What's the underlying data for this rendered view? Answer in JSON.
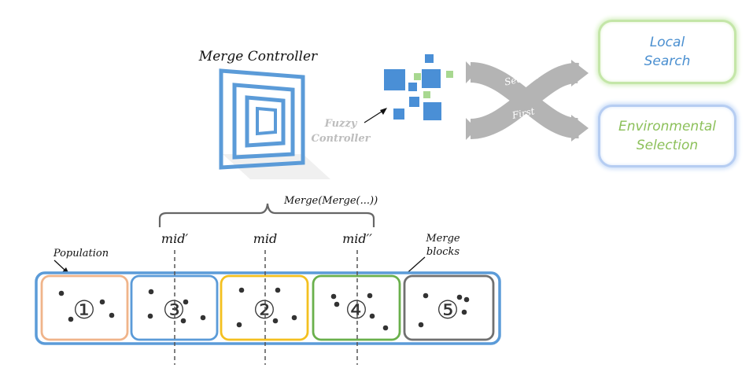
{
  "merge_controller": {
    "title": "Merge Controller"
  },
  "fuzzy_controller": {
    "label_line1": "Fuzzy",
    "label_line2": "Controller"
  },
  "order_arrows": {
    "top_label": "Second",
    "bottom_label": "First"
  },
  "options": {
    "local_search": {
      "line1": "Local",
      "line2": "Search"
    },
    "environmental_selection": {
      "line1": "Environmental",
      "line2": "Selection"
    }
  },
  "merge_formula": "Merge(Merge(...))",
  "split_labels": {
    "mid_prime": "mid′",
    "mid": "mid",
    "mid_double_prime": "mid′′"
  },
  "population_label": "Population",
  "merge_blocks_label": {
    "line1": "Merge",
    "line2": "blocks"
  },
  "blocks": [
    {
      "symbol": "①",
      "color": "#f0b48a"
    },
    {
      "symbol": "③",
      "color": "#5b9bd8"
    },
    {
      "symbol": "②",
      "color": "#f4c020"
    },
    {
      "symbol": "④",
      "color": "#6ab04c"
    },
    {
      "symbol": "⑤",
      "color": "#707070"
    }
  ],
  "colors": {
    "outer_population_border": "#5b9bd8",
    "pixel_blue": "#4a8fd6",
    "pixel_green": "#a8d890",
    "arrow_gray": "#b4b4b4"
  }
}
